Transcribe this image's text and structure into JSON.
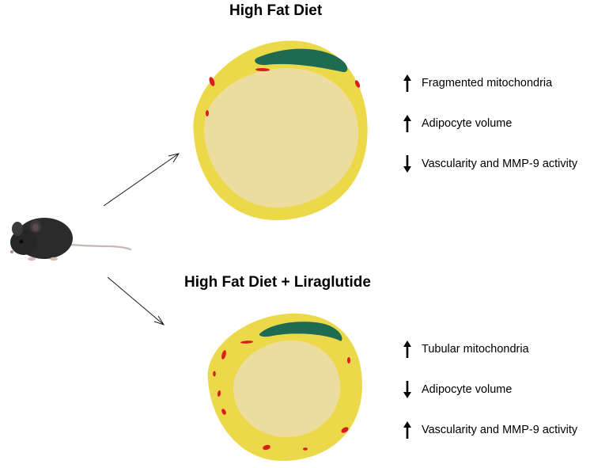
{
  "panels": {
    "top": {
      "title": "High Fat Diet",
      "effects": [
        {
          "direction": "up",
          "label": "Fragmented mitochondria"
        },
        {
          "direction": "up",
          "label": "Adipocyte volume"
        },
        {
          "direction": "down",
          "label": "Vascularity and MMP-9 activity"
        }
      ]
    },
    "bottom": {
      "title": "High Fat Diet + Liraglutide",
      "effects": [
        {
          "direction": "up",
          "label": "Tubular mitochondria"
        },
        {
          "direction": "down",
          "label": "Adipocyte volume"
        },
        {
          "direction": "up",
          "label": "Vascularity and MMP-9 activity"
        }
      ]
    }
  },
  "icons": {
    "mouse": "mouse-icon",
    "adipocyte": "adipocyte-cell-icon",
    "up_arrow": "arrow-up-icon",
    "down_arrow": "arrow-down-icon"
  },
  "colors": {
    "cytoplasm": "#ecd94a",
    "lipid_droplet": "#ecdd9e",
    "nucleus": "#1f6b52",
    "mitochondria": "#d91e22",
    "mouse_fur": "#2b2b2b",
    "mouse_tail": "#c9b9b5"
  }
}
